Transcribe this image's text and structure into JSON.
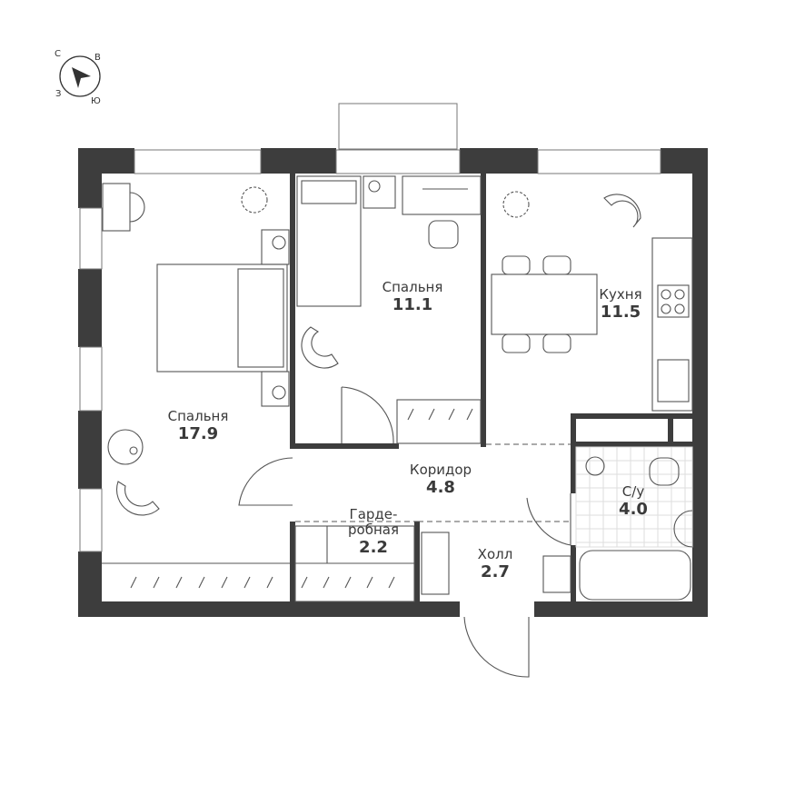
{
  "compass": {
    "north": "С",
    "east": "В",
    "west": "З",
    "south": "Ю"
  },
  "colors": {
    "wall": "#3d3d3d",
    "line": "#555555",
    "text": "#3a3a3a",
    "tile": "#dddddd"
  },
  "rooms": [
    {
      "name": "Спальня",
      "area": "17.9"
    },
    {
      "name": "Спальня",
      "area": "11.1"
    },
    {
      "name": "Кухня",
      "area": "11.5"
    },
    {
      "name": "Коридор",
      "area": "4.8"
    },
    {
      "name": "Гарде-",
      "name2": "робная",
      "area": "2.2"
    },
    {
      "name": "Холл",
      "area": "2.7"
    },
    {
      "name": "С/у",
      "area": "4.0"
    }
  ]
}
